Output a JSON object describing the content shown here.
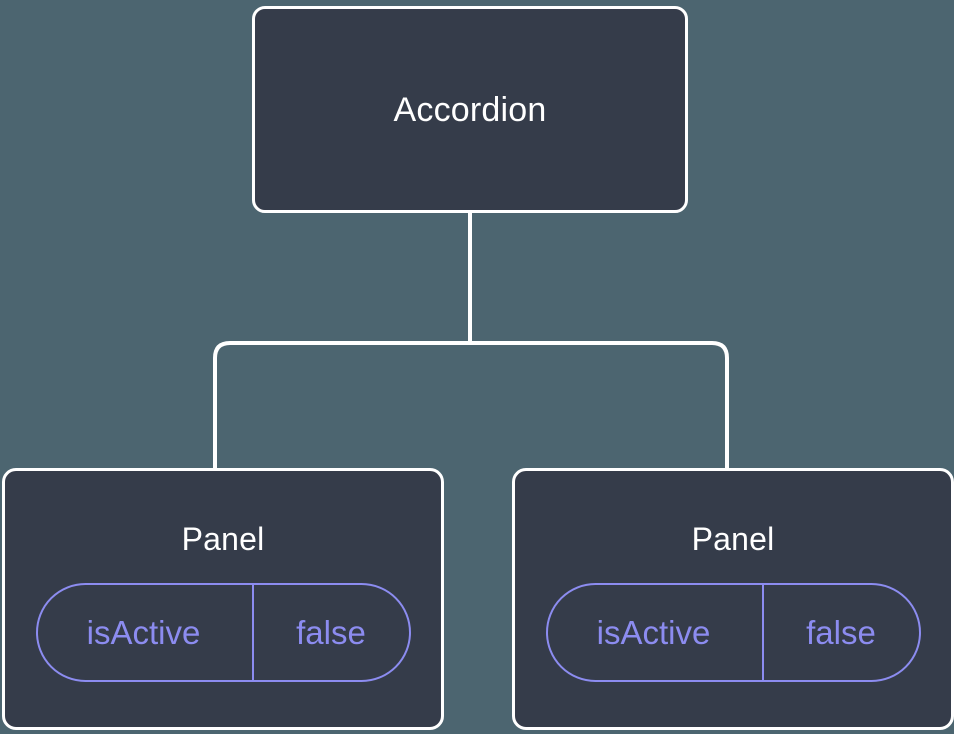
{
  "diagram": {
    "type": "component-tree",
    "background_color": "#4c6570",
    "node_fill_color": "#353c4a",
    "node_border_color": "#ffffff",
    "node_label_color": "#ffffff",
    "prop_accent_color": "#8c8cf0",
    "connector_color": "#ffffff",
    "root": {
      "label": "Accordion"
    },
    "children": [
      {
        "label": "Panel",
        "props": [
          {
            "key": "isActive",
            "value": "false"
          }
        ]
      },
      {
        "label": "Panel",
        "props": [
          {
            "key": "isActive",
            "value": "false"
          }
        ]
      }
    ]
  }
}
